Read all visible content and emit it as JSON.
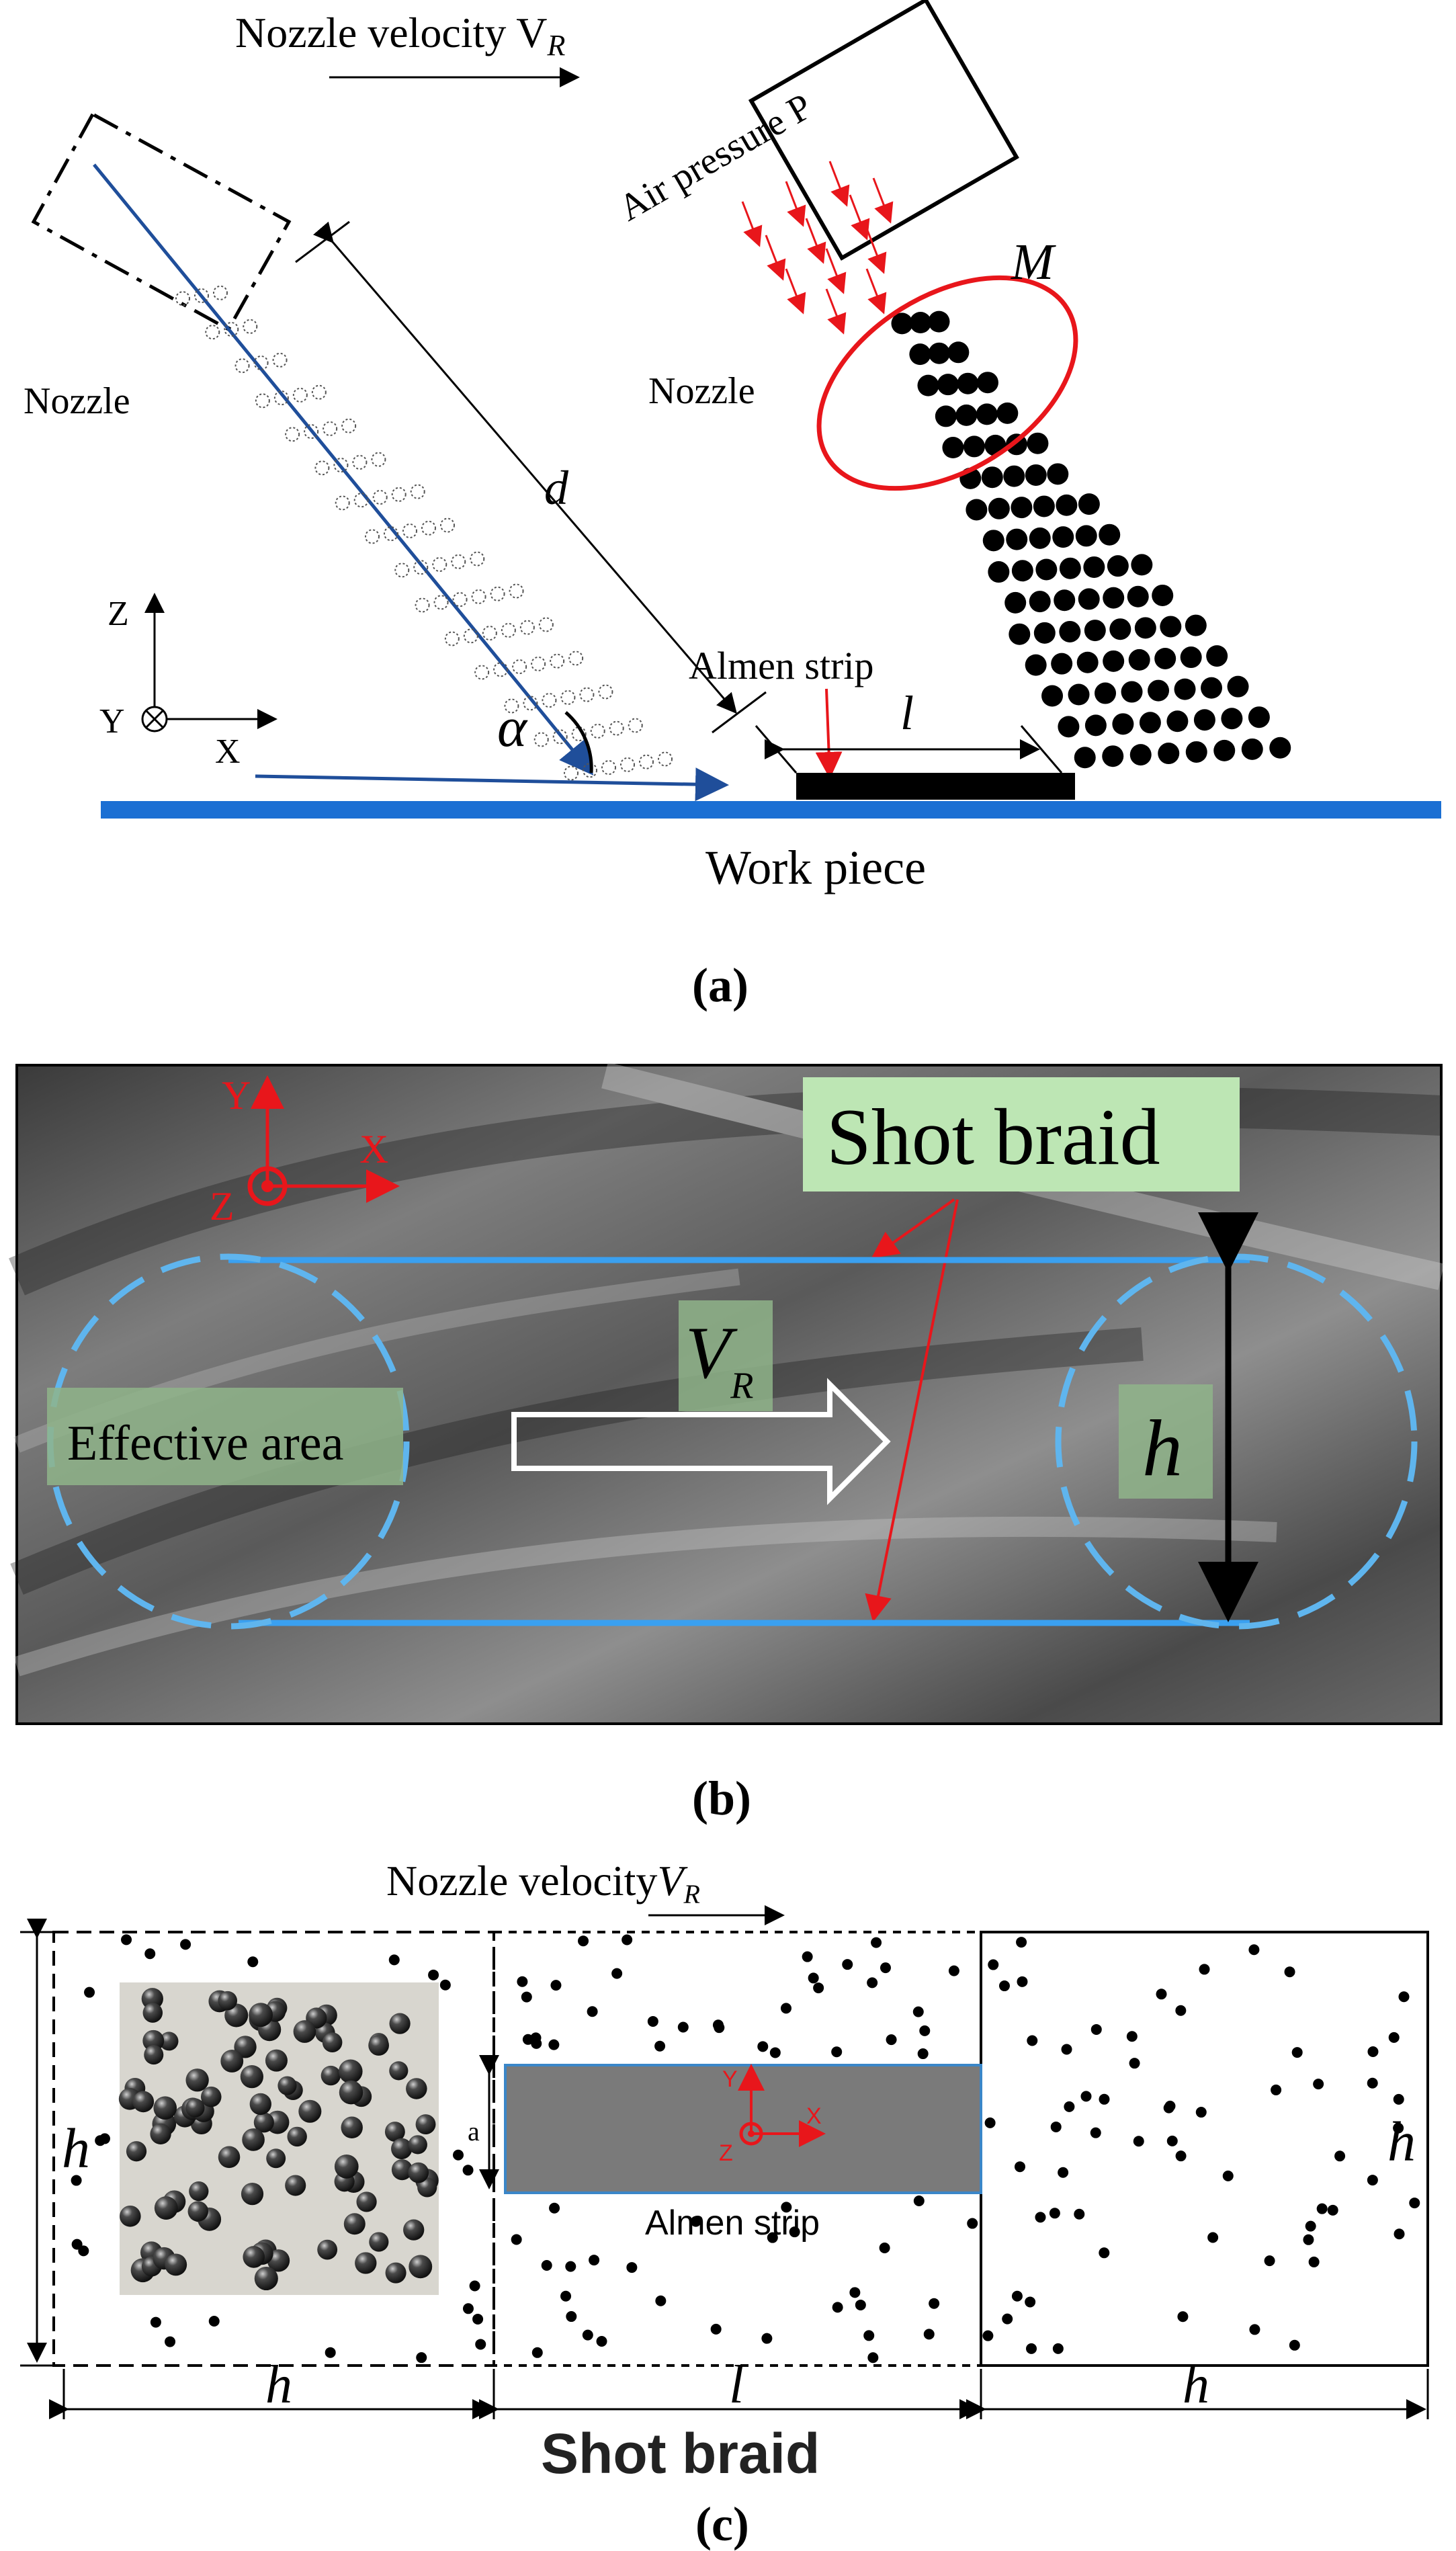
{
  "panel_a": {
    "nozzle_velocity": "Nozzle velocity V",
    "nozzle_velocity_sub": "R",
    "air_pressure": "Air pressure P",
    "nozzle_left": "Nozzle",
    "nozzle_right": "Nozzle",
    "label_m": "M",
    "label_d": "d",
    "label_alpha": "α",
    "label_l": "l",
    "almen_strip": "Almen strip",
    "axis_z": "Z",
    "axis_y": "Y",
    "axis_x": "X",
    "work_piece": "Work piece",
    "caption": "(a)"
  },
  "panel_b": {
    "shot_braid": "Shot braid",
    "effective_area": "Effective area",
    "label_v": "V",
    "label_v_sub": "R",
    "label_h": "h",
    "axis_x": "X",
    "axis_y": "Y",
    "axis_z": "Z",
    "caption": "(b)"
  },
  "panel_c": {
    "nozzle_velocity": "Nozzle velocity",
    "nozzle_velocity_v": "V",
    "nozzle_velocity_sub": "R",
    "label_h_left": "h",
    "label_h_right": "h",
    "label_a": "a",
    "almen_strip": "Almen strip",
    "axis_x": "X",
    "axis_y": "Y",
    "axis_z": "Z",
    "dim_h_left": "h",
    "dim_l": "l",
    "dim_h_right": "h",
    "shot_braid": "Shot braid",
    "caption": "(c)"
  },
  "colors": {
    "red": "#e8161b",
    "blue_line": "#1b6fd3",
    "dark_blue": "#1f4e9a",
    "light_blue": "#4fb0ee",
    "label_bg": "#bde6b4",
    "strip_gray": "#7a7a7a"
  }
}
